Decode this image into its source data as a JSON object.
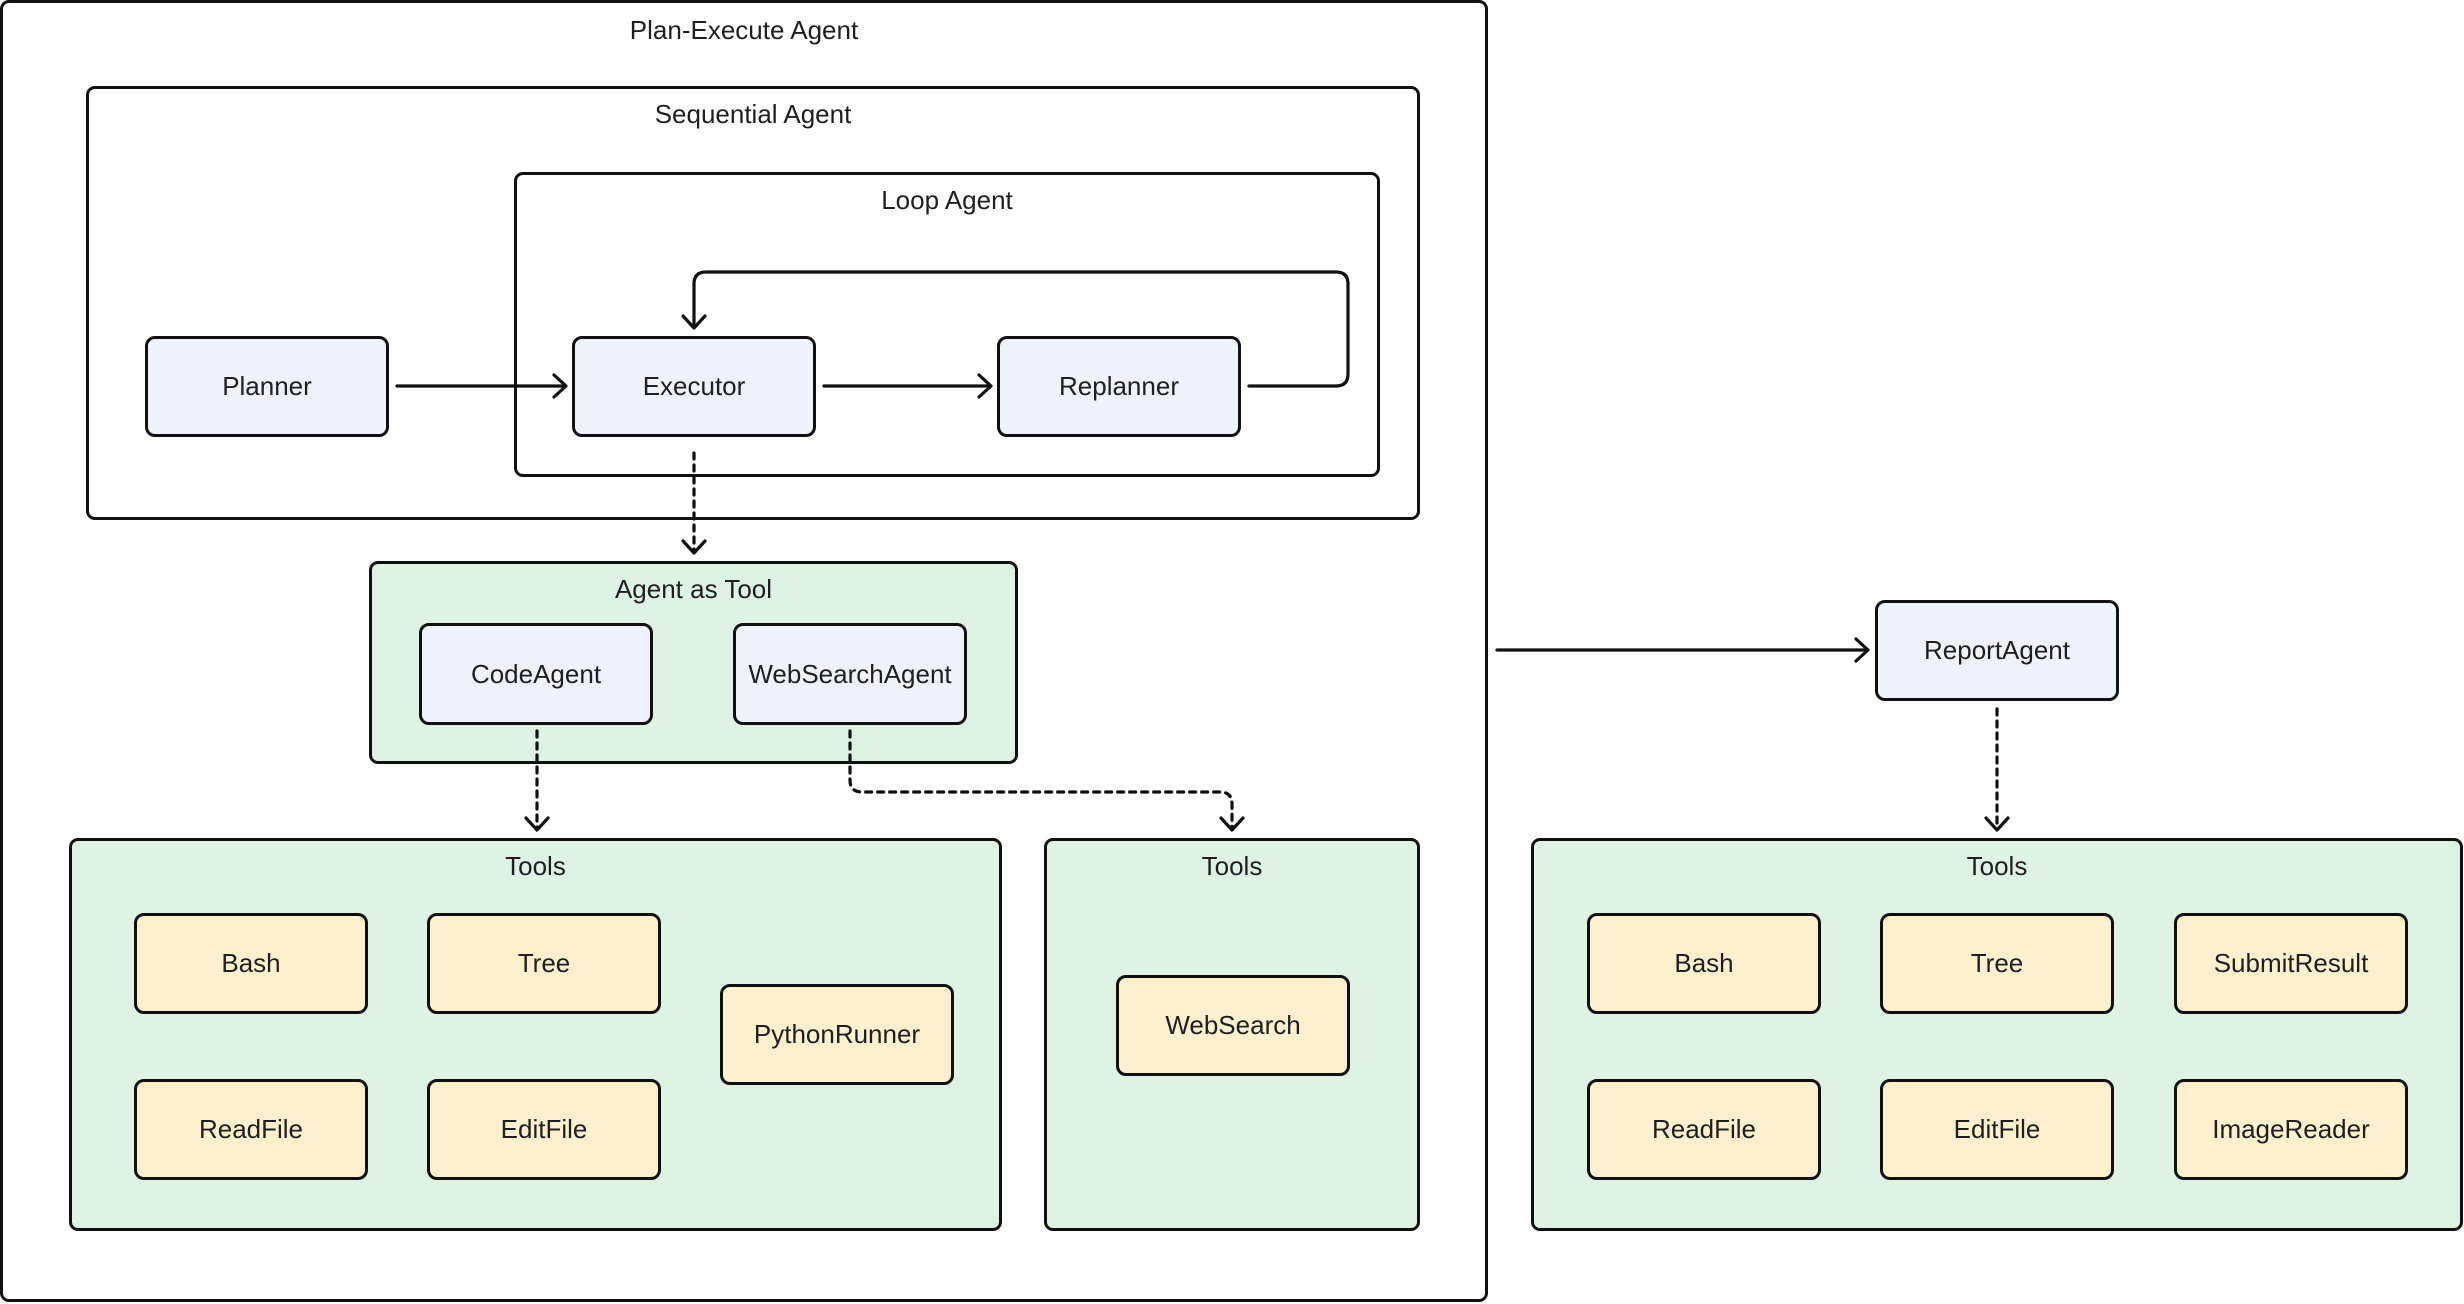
{
  "frames": {
    "plan_execute": "Plan-Execute Agent",
    "sequential": "Sequential Agent",
    "loop": "Loop Agent",
    "agent_as_tool": "Agent as Tool",
    "code_tools": "Tools",
    "web_tools": "Tools",
    "report_tools": "Tools"
  },
  "agents": {
    "planner": "Planner",
    "executor": "Executor",
    "replanner": "Replanner",
    "code_agent": "CodeAgent",
    "websearch_agent": "WebSearchAgent",
    "report_agent": "ReportAgent"
  },
  "code_tools": {
    "bash": "Bash",
    "tree": "Tree",
    "python_runner": "PythonRunner",
    "read_file": "ReadFile",
    "edit_file": "EditFile"
  },
  "web_tools": {
    "websearch": "WebSearch"
  },
  "report_tools": {
    "bash": "Bash",
    "tree": "Tree",
    "submit_result": "SubmitResult",
    "read_file": "ReadFile",
    "edit_file": "EditFile",
    "image_reader": "ImageReader"
  },
  "colors": {
    "agent_fill": "#edf2fb",
    "tool_fill": "#fdf0cf",
    "group_fill": "#dff3e5",
    "stroke": "#111111"
  }
}
